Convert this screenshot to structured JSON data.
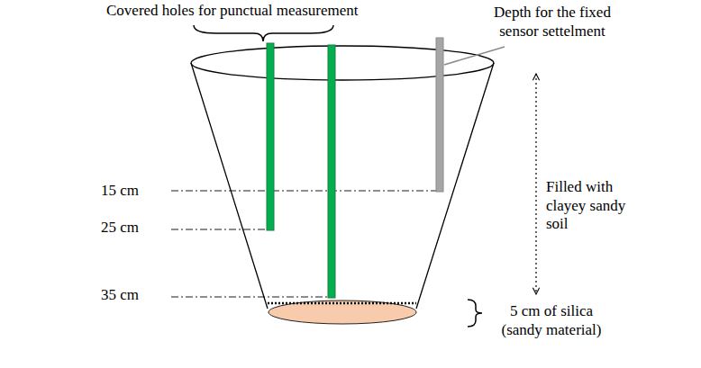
{
  "diagram": {
    "labels": [
      "Covered holes for punctual measurement",
      "Depth for the fixed sensor settelment",
      "Filled with clayey sandy soil",
      "15 cm",
      "25 cm",
      "35 cm",
      "5 cm of silica (sandy material)"
    ]
  }
}
